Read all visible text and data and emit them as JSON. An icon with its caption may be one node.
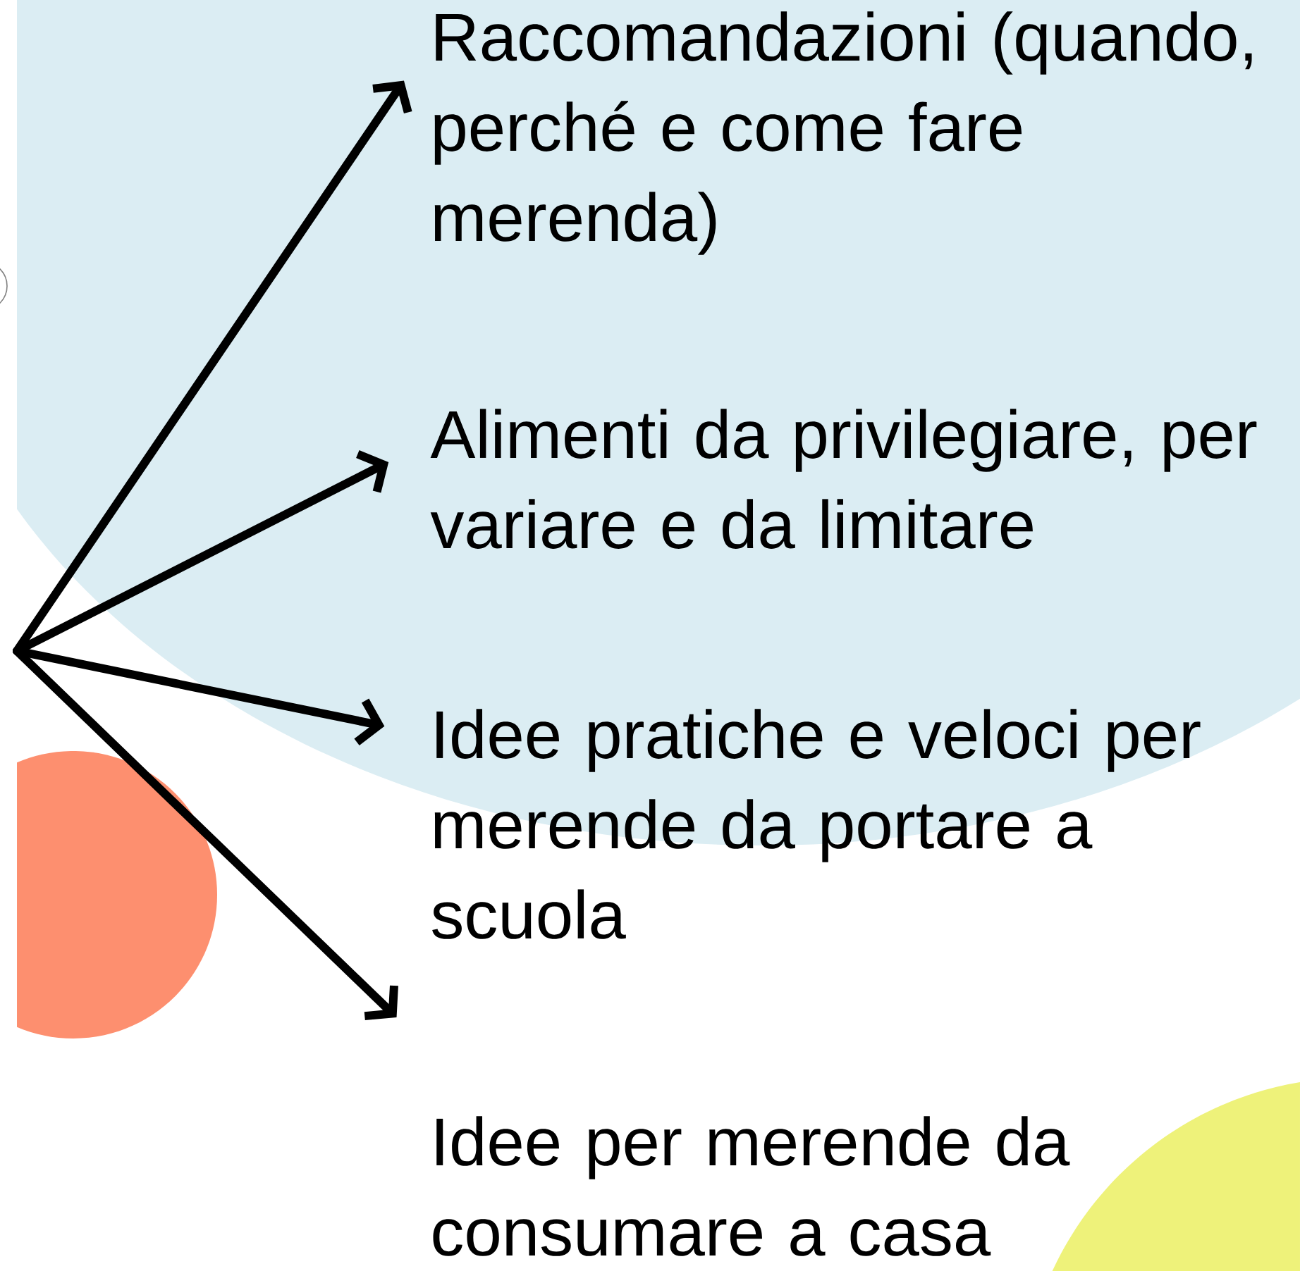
{
  "diagram": {
    "nodes": [
      {
        "text": [
          "Raccomandazioni (quando, perché e come fare merenda)"
        ]
      },
      {
        "text": [
          "Alimenti da privilegiare, per variare e da limitare"
        ]
      },
      {
        "text": [
          "Idee pratiche e veloci per merende da portare a scuola"
        ]
      },
      {
        "text": [
          "Idee per merende da consumare a casa"
        ]
      }
    ],
    "edges": [
      {
        "from": null,
        "to": 0,
        "arrow": "to"
      },
      {
        "from": null,
        "to": 1,
        "arrow": "to"
      },
      {
        "from": null,
        "to": 2,
        "arrow": "to"
      },
      {
        "from": null,
        "to": 3,
        "arrow": "to"
      }
    ]
  }
}
